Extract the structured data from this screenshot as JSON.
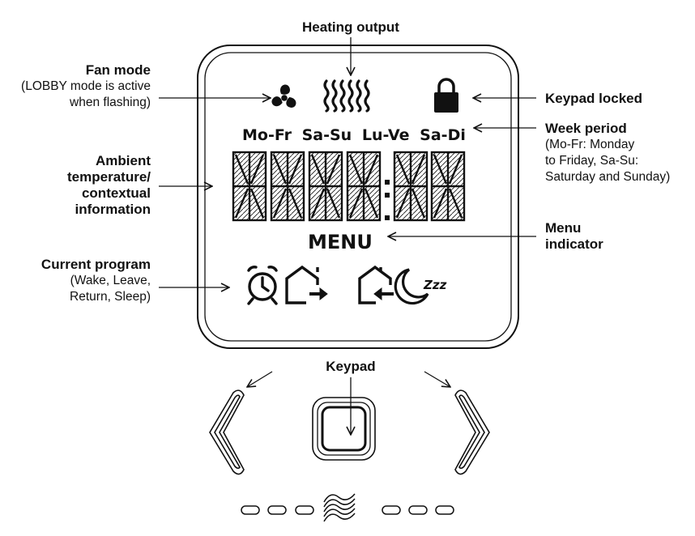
{
  "labels": {
    "heating_output": "Heating output",
    "fan_mode": {
      "title": "Fan mode",
      "desc1": "(LOBBY mode is active",
      "desc2": "when flashing)"
    },
    "keypad_locked": "Keypad locked",
    "week_period": {
      "title": "Week period",
      "desc1": "(Mo-Fr: Monday",
      "desc2": "to Friday, Sa-Su:",
      "desc3": "Saturday and Sunday)"
    },
    "ambient": {
      "line1": "Ambient",
      "line2": "temperature/",
      "line3": "contextual",
      "line4": "information"
    },
    "menu_indicator": {
      "line1": "Menu",
      "line2": "indicator"
    },
    "current_program": {
      "title": "Current program",
      "desc1": "(Wake, Leave,",
      "desc2": "Return, Sleep)"
    },
    "keypad": "Keypad"
  },
  "lcd": {
    "week_periods": [
      "Mo-Fr",
      "Sa-Su",
      "Lu-Ve",
      "Sa-Di"
    ],
    "menu": "MENU",
    "sleep_z": "Zzz"
  },
  "icons": [
    "fan-icon",
    "heat-waves-icon",
    "lock-icon",
    "alarm-clock-icon",
    "leave-house-icon",
    "return-house-icon",
    "moon-sleep-icon",
    "chevron-left-button",
    "square-button",
    "chevron-right-button",
    "airflow-icon"
  ],
  "colors": {
    "line": "#111111",
    "background": "#ffffff"
  }
}
